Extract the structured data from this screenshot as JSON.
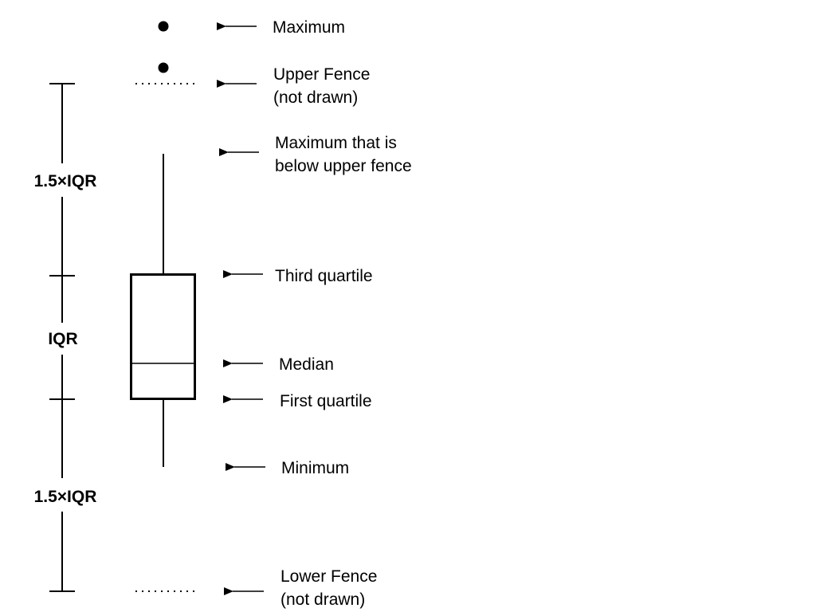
{
  "labels": {
    "maximum": "Maximum",
    "upper_fence_line1": "Upper Fence",
    "upper_fence_line2": "(not drawn)",
    "max_below_fence_line1": "Maximum that is",
    "max_below_fence_line2": "below upper fence",
    "third_quartile": "Third quartile",
    "median": "Median",
    "first_quartile": "First quartile",
    "minimum": "Minimum",
    "lower_fence_line1": "Lower Fence",
    "lower_fence_line2": "(not drawn)"
  },
  "ruler": {
    "upper_segment": "1.5×IQR",
    "middle_segment": "IQR",
    "lower_segment": "1.5×IQR"
  }
}
